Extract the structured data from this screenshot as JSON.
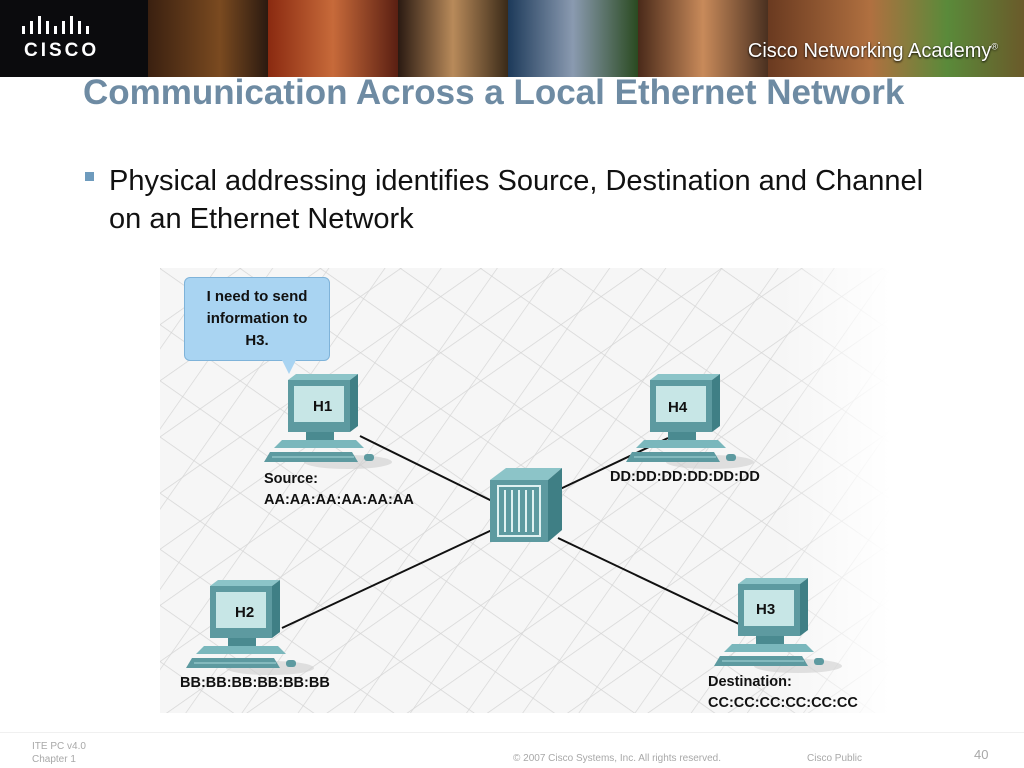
{
  "header": {
    "logo_text": "CISCO",
    "academy_text": "Cisco Networking Academy",
    "registered_mark": "®"
  },
  "slide": {
    "title": "Communication Across a Local Ethernet Network",
    "bullet": "Physical addressing identifies Source, Destination and Channel on an Ethernet Network"
  },
  "diagram": {
    "speech_bubble": [
      "I need to send",
      "information to",
      "H3."
    ],
    "hosts": [
      {
        "name": "H1",
        "label_lines": [
          "Source:",
          "AA:AA:AA:AA:AA:AA"
        ]
      },
      {
        "name": "H2",
        "label_lines": [
          "BB:BB:BB:BB:BB:BB"
        ]
      },
      {
        "name": "H3",
        "label_lines": [
          "Destination:",
          "CC:CC:CC:CC:CC:CC"
        ]
      },
      {
        "name": "H4",
        "label_lines": [
          "DD:DD:DD:DD:DD:DD"
        ]
      }
    ],
    "device_color": "#5d9aa0",
    "screen_color": "#c7e6e6",
    "link_color": "#111111"
  },
  "footer": {
    "course": "ITE PC v4.0",
    "chapter": "Chapter 1",
    "copyright": "© 2007 Cisco Systems, Inc. All rights reserved.",
    "classification": "Cisco Public",
    "page_number": "40"
  }
}
